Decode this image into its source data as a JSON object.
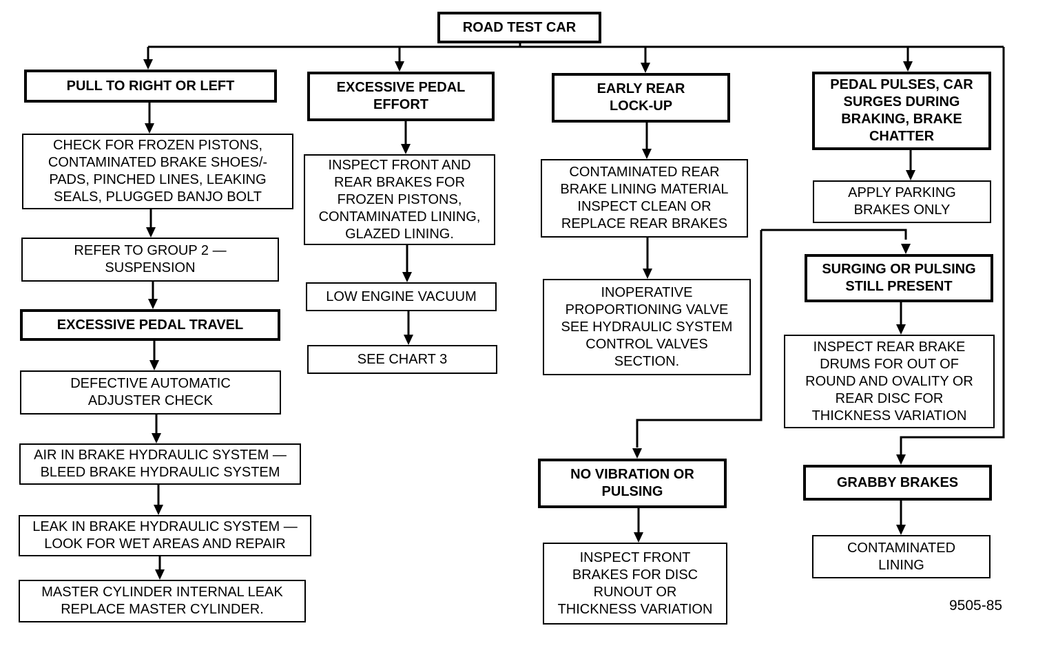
{
  "title": "ROAD TEST CAR",
  "figure_number": "9505-85",
  "columns": {
    "pull": {
      "heading": "PULL TO RIGHT OR LEFT",
      "check": "CHECK FOR FROZEN PISTONS,\nCONTAMINATED BRAKE SHOES/-\nPADS, PINCHED LINES, LEAKING\nSEALS, PLUGGED BANJO BOLT",
      "refer": "REFER TO GROUP 2 —\nSUSPENSION"
    },
    "travel": {
      "heading": "EXCESSIVE PEDAL TRAVEL",
      "steps": [
        "DEFECTIVE AUTOMATIC\nADJUSTER CHECK",
        "AIR IN BRAKE HYDRAULIC SYSTEM —\nBLEED BRAKE HYDRAULIC SYSTEM",
        "LEAK IN BRAKE HYDRAULIC SYSTEM —\nLOOK FOR WET AREAS AND REPAIR",
        "MASTER CYLINDER INTERNAL LEAK\nREPLACE MASTER CYLINDER."
      ]
    },
    "effort": {
      "heading": "EXCESSIVE PEDAL\nEFFORT",
      "inspect": "INSPECT FRONT AND\nREAR BRAKES FOR\nFROZEN PISTONS,\nCONTAMINATED LINING,\nGLAZED LINING.",
      "vacuum": "LOW ENGINE VACUUM",
      "chart": "SEE CHART 3"
    },
    "rear": {
      "heading": "EARLY REAR\nLOCK-UP",
      "lining": "CONTAMINATED REAR\nBRAKE LINING MATERIAL\nINSPECT CLEAN OR\nREPLACE REAR BRAKES",
      "valve": "INOPERATIVE\nPROPORTIONING VALVE\nSEE HYDRAULIC SYSTEM\nCONTROL VALVES\nSECTION."
    },
    "pulse": {
      "heading": "PEDAL PULSES, CAR\nSURGES DURING\nBRAKING, BRAKE\nCHATTER",
      "parking": "APPLY PARKING\nBRAKES ONLY",
      "surging": "SURGING OR PULSING\nSTILL PRESENT",
      "drums": "INSPECT REAR BRAKE\nDRUMS FOR OUT OF\nROUND AND OVALITY OR\nREAR DISC FOR\nTHICKNESS VARIATION",
      "novib": "NO VIBRATION OR\nPULSING",
      "front": "INSPECT FRONT\nBRAKES FOR DISC\nRUNOUT OR\nTHICKNESS VARIATION",
      "grabby": "GRABBY BRAKES",
      "contaminated": "CONTAMINATED\nLINING"
    }
  }
}
